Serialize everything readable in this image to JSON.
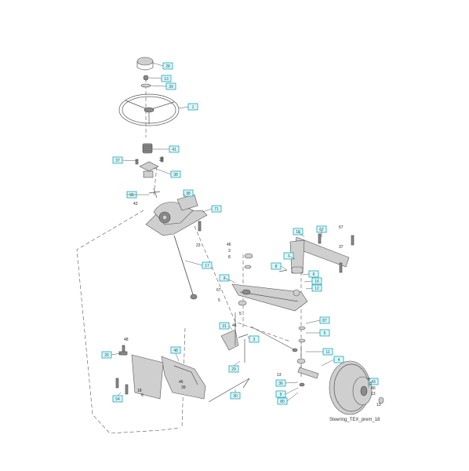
{
  "caption": "Steering_TEX_prem_18",
  "callouts": [
    "28",
    "13",
    "39",
    "1",
    "41",
    "37",
    "38",
    "95",
    "98",
    "71",
    "17",
    "2",
    "18",
    "67",
    "7",
    "8",
    "6",
    "16",
    "12",
    "31",
    "87",
    "5",
    "3",
    "11",
    "4",
    "43",
    "48",
    "26",
    "36",
    "9",
    "80",
    "54",
    "29",
    "30",
    "41"
  ],
  "plain_labels": [
    "37",
    "43",
    "23",
    "46",
    "3",
    "8",
    "67",
    "67",
    "5",
    "48",
    "37",
    "6",
    "39",
    "46",
    "18",
    "13",
    "8",
    "8",
    "40",
    "13",
    "13",
    "46",
    "5"
  ]
}
